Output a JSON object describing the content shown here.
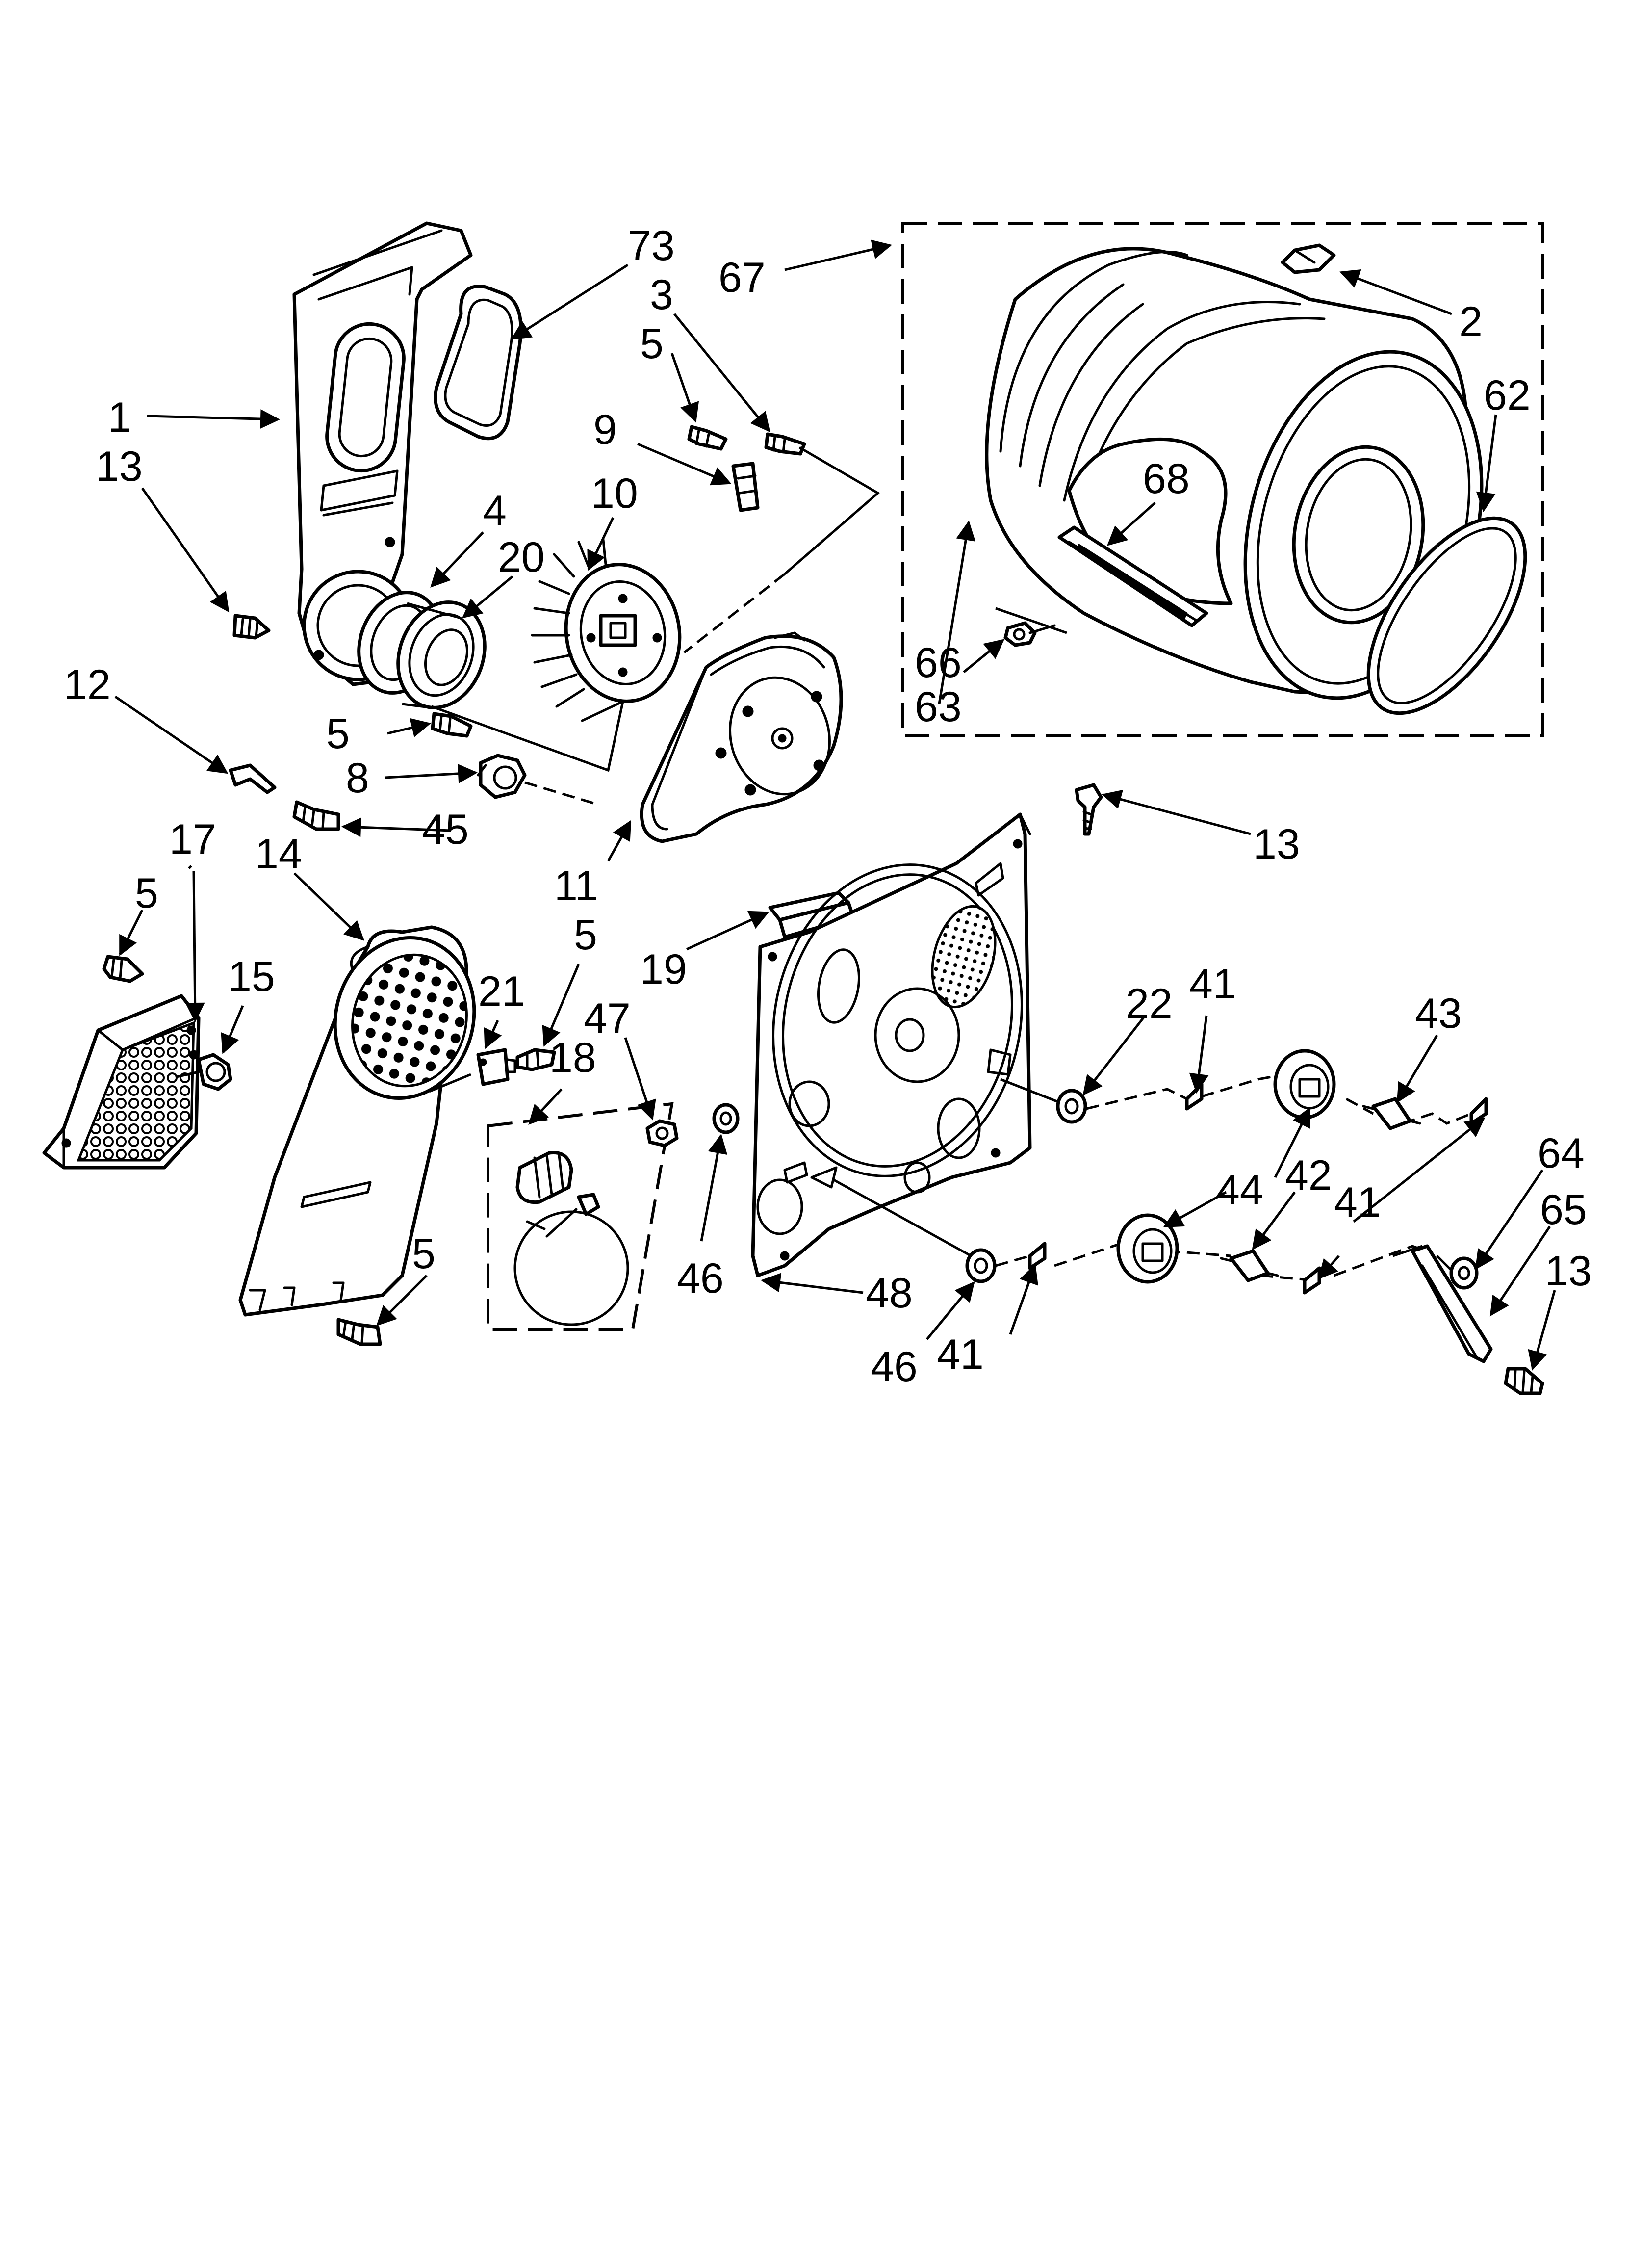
{
  "diagram": {
    "labels": {
      "l1": "1",
      "l2": "2",
      "l3": "3",
      "l4": "4",
      "l5": "5",
      "l8": "8",
      "l9": "9",
      "l10": "10",
      "l11": "11",
      "l12": "12",
      "l13": "13",
      "l14": "14",
      "l15": "15",
      "l17": "17",
      "l18": "18",
      "l19": "19",
      "l20": "20",
      "l21": "21",
      "l22": "22",
      "l41": "41",
      "l42": "42",
      "l43": "43",
      "l44": "44",
      "l45": "45",
      "l46": "46",
      "l47": "47",
      "l48": "48",
      "l62": "62",
      "l63": "63",
      "l64": "64",
      "l65": "65",
      "l66": "66",
      "l67": "67",
      "l68": "68",
      "l73": "73"
    }
  }
}
